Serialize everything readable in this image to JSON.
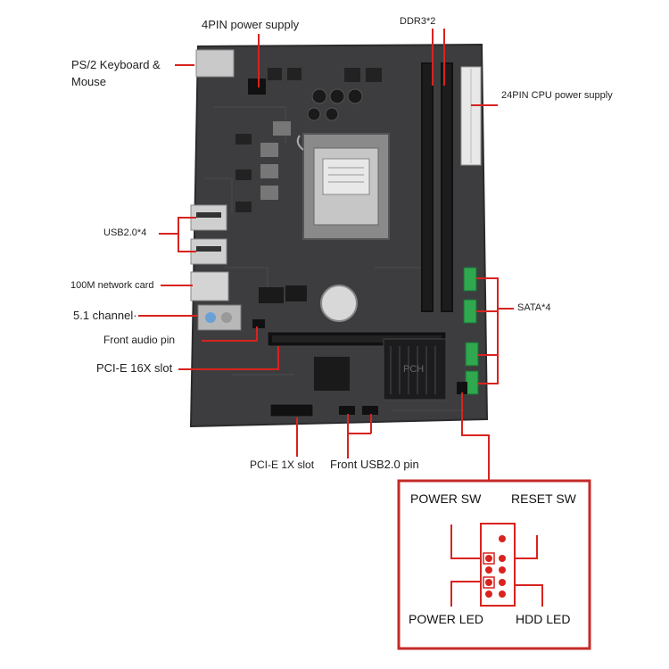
{
  "labels": {
    "pin4": "4PIN power supply",
    "ddr3": "DDR3*2",
    "ps2": "PS/2 Keyboard &",
    "ps2_line2": "Mouse",
    "pin24": "24PIN CPU power supply",
    "usb": "USB2.0*4",
    "net": "100M network card",
    "sata": "SATA*4",
    "channel": "5.1 channel·",
    "front_audio": "Front audio pin",
    "pcie16": "PCI-E 16X slot",
    "pcie1": "PCI-E 1X slot",
    "front_usb": "Front USB2.0 pin"
  },
  "panel": {
    "power_sw": "POWER SW",
    "reset_sw": "RESET SW",
    "power_led": "POWER LED",
    "hdd_led": "HDD LED"
  },
  "chip": {
    "text": "PCH"
  },
  "colors": {
    "board": "#3d3d3f",
    "board_edge": "#2a2a2c",
    "annotation": "#d8231f",
    "sata": "#2fa84f",
    "slot": "#111111",
    "heatsink": "#1c1c1e"
  }
}
